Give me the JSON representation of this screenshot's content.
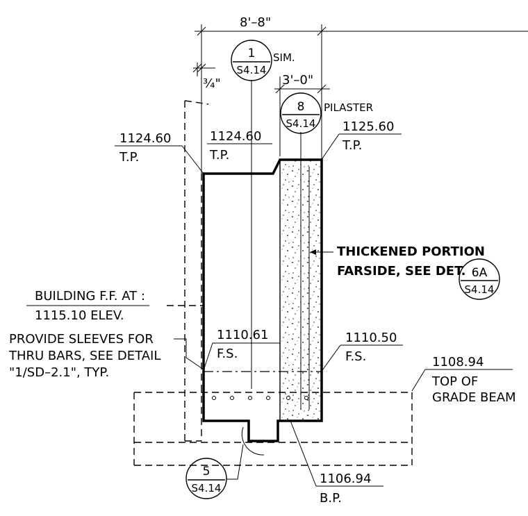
{
  "dimensions": {
    "overall_width": "8'–8\"",
    "pilaster_width": "3'–0\"",
    "offset": "¾\""
  },
  "callouts": {
    "detail_1": {
      "number": "1",
      "sheet": "S4.14",
      "note": "SIM."
    },
    "detail_8": {
      "number": "8",
      "sheet": "S4.14",
      "note": "PILASTER"
    },
    "detail_6a": {
      "number": "6A",
      "sheet": "S4.14"
    },
    "detail_5": {
      "number": "5",
      "sheet": "S4.14"
    }
  },
  "elevations": {
    "tp_left": {
      "value": "1124.60",
      "label": "T.P."
    },
    "tp_center": {
      "value": "1124.60",
      "label": "T.P."
    },
    "tp_right": {
      "value": "1125.60",
      "label": "T.P."
    },
    "fs_center": {
      "value": "1110.61",
      "label": "F.S."
    },
    "fs_right": {
      "value": "1110.50",
      "label": "F.S."
    },
    "grade_beam": {
      "value": "1108.94",
      "line1": "TOP OF",
      "line2": "GRADE BEAM"
    },
    "bp": {
      "value": "1106.94",
      "label": "B.P."
    }
  },
  "notes": {
    "thickened_line1": "THICKENED PORTION",
    "thickened_line2": "FARSIDE, SEE DET.",
    "building_ff_line1": "BUILDING F.F. AT :",
    "building_ff_line2": "1115.10 ELEV.",
    "sleeves_line1": "PROVIDE SLEEVES FOR",
    "sleeves_line2": "THRU BARS, SEE DETAIL",
    "sleeves_line3": "\"1/SD–2.1\", TYP."
  }
}
